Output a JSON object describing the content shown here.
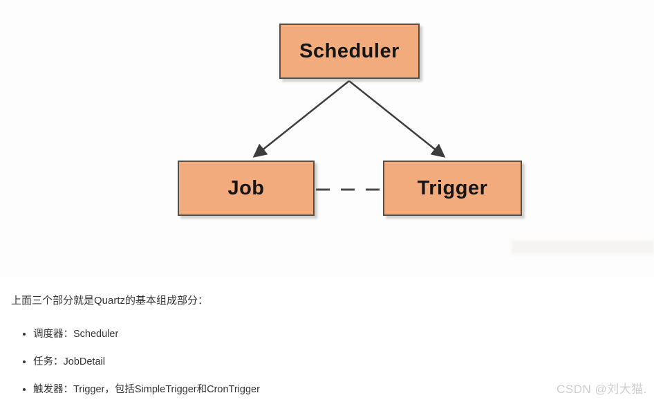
{
  "diagram": {
    "nodes": [
      {
        "id": "scheduler",
        "label": "Scheduler"
      },
      {
        "id": "job",
        "label": "Job"
      },
      {
        "id": "trigger",
        "label": "Trigger"
      }
    ],
    "edges": [
      {
        "from": "scheduler",
        "to": "job",
        "style": "solid-arrow"
      },
      {
        "from": "scheduler",
        "to": "trigger",
        "style": "solid-arrow"
      },
      {
        "from": "job",
        "to": "trigger",
        "style": "dashed"
      }
    ],
    "colors": {
      "node_fill": "#f2ab7c",
      "node_border": "#504f4a",
      "arrow": "#3d3d3d",
      "dash": "#4a4a4a"
    }
  },
  "content": {
    "intro": "上面三个部分就是Quartz的基本组成部分：",
    "bullets": [
      "调度器：Scheduler",
      "任务：JobDetail",
      "触发器：Trigger，包括SimpleTrigger和CronTrigger"
    ]
  },
  "watermark": "CSDN @刘大猫."
}
